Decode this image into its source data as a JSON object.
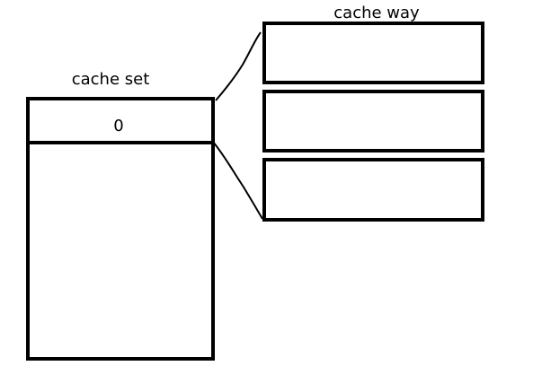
{
  "diagram": {
    "set_label": "cache set",
    "way_label": "cache way",
    "set_index": "0",
    "line_color": "#000000",
    "background": "#ffffff"
  }
}
